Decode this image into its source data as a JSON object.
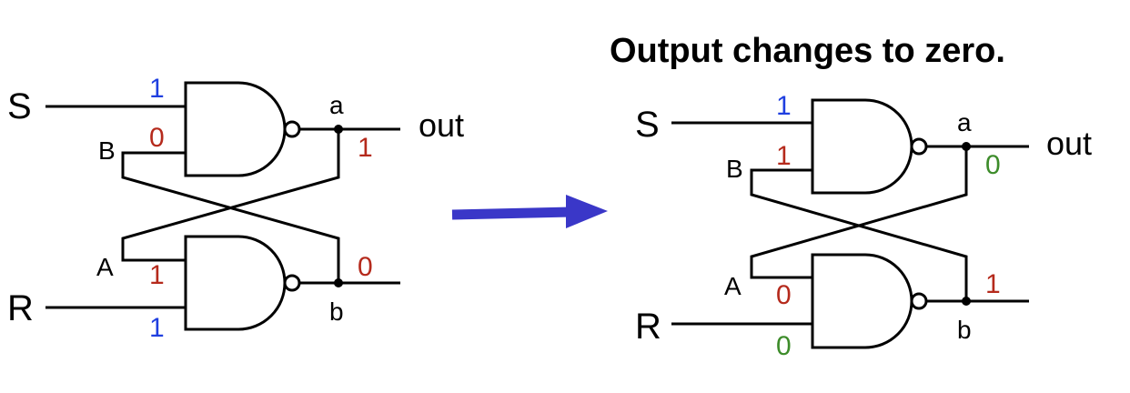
{
  "colors": {
    "blue": "#1f3fe0",
    "red": "#b52a1c",
    "green": "#3d8c2a",
    "arrow": "#3a37c8"
  },
  "title": "Output changes to zero.",
  "left": {
    "S": "S",
    "R": "R",
    "A": "A",
    "B": "B",
    "a": "a",
    "b": "b",
    "out": "out",
    "v_S": "1",
    "v_B": "0",
    "v_a": "1",
    "v_A": "1",
    "v_R": "1",
    "v_b": "0"
  },
  "right": {
    "S": "S",
    "R": "R",
    "A": "A",
    "B": "B",
    "a": "a",
    "b": "b",
    "out": "out",
    "v_S": "1",
    "v_B": "1",
    "v_a": "0",
    "v_A": "0",
    "v_R": "0",
    "v_b": "1"
  }
}
